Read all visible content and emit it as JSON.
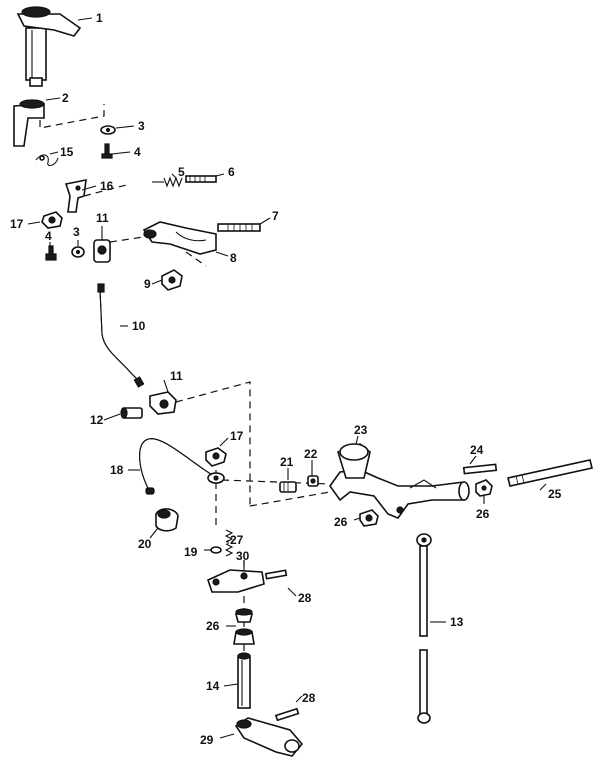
{
  "labels": {
    "p1": "1",
    "p2": "2",
    "p3a": "3",
    "p4a": "4",
    "p15": "15",
    "p5": "5",
    "p6": "6",
    "p16": "16",
    "p17a": "17",
    "p11a": "11",
    "p4b": "4",
    "p3b": "3",
    "p7": "7",
    "p8": "8",
    "p9": "9",
    "p10": "10",
    "p11b": "11",
    "p12": "12",
    "p17b": "17",
    "p18": "18",
    "p20": "20",
    "p19": "19",
    "p27": "27",
    "p30": "30",
    "p28a": "28",
    "p26a": "26",
    "p14": "14",
    "p28b": "28",
    "p29": "29",
    "p21": "21",
    "p22": "22",
    "p23": "23",
    "p24": "24",
    "p25": "25",
    "p26b": "26",
    "p26c": "26",
    "p13": "13"
  }
}
